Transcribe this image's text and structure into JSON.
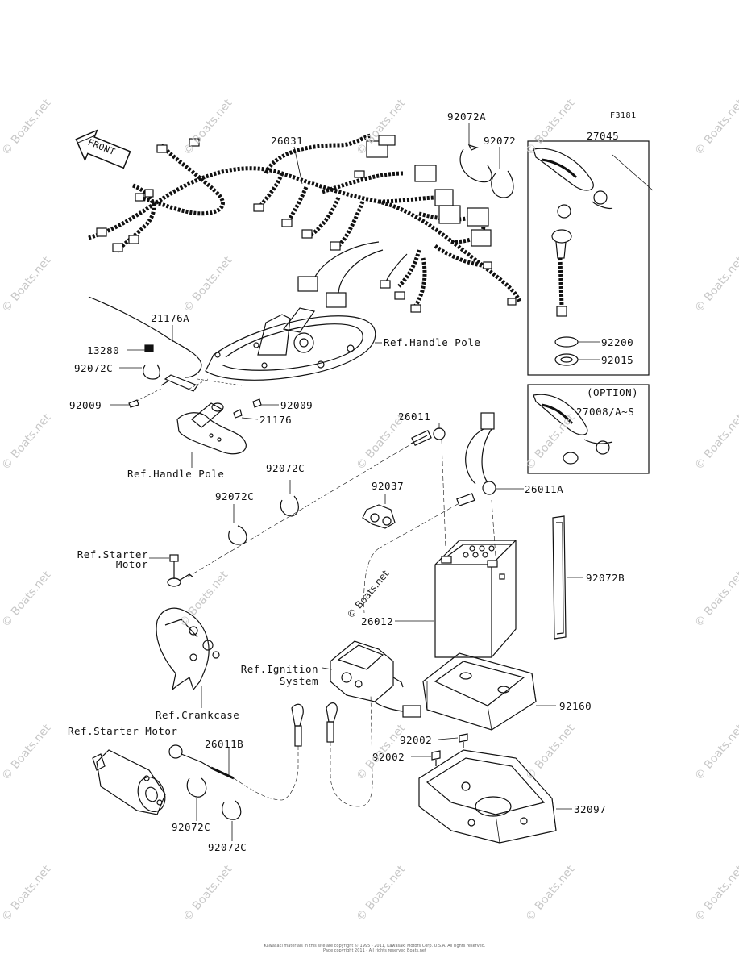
{
  "figure_code": "F3181",
  "front_label": "FRONT",
  "option_label": "(OPTION)",
  "watermark": "© Boats.net",
  "labels": {
    "p26031": "26031",
    "p92072A": "92072A",
    "p92072": "92072",
    "p27045": "27045",
    "p21176A": "21176A",
    "p13280": "13280",
    "p92072C_a": "92072C",
    "p92009_a": "92009",
    "p92009_b": "92009",
    "p21176": "21176",
    "ref_handle_pole_a": "Ref.Handle Pole",
    "ref_handle_pole_b": "Ref.Handle Pole",
    "p92200": "92200",
    "p92015": "92015",
    "p27008": "27008/A~S",
    "p26011": "26011",
    "p26011A": "26011A",
    "p92072C_b": "92072C",
    "p92072C_c": "92072C",
    "p92037": "92037",
    "ref_starter_motor_a1": "Ref.Starter",
    "ref_starter_motor_a2": "Motor",
    "p26012": "26012",
    "p92072B": "92072B",
    "ref_ignition_1": "Ref.Ignition",
    "ref_ignition_2": "System",
    "ref_crankcase": "Ref.Crankcase",
    "p92160": "92160",
    "ref_starter_motor_b": "Ref.Starter Motor",
    "p26011B": "26011B",
    "p92002_a": "92002",
    "p92002_b": "92002",
    "p32097": "32097",
    "p92072C_d": "92072C",
    "p92072C_e": "92072C"
  },
  "footer": {
    "line1": "Kawasaki materials in this site are copyright © 1995 - 2011, Kawasaki Motors Corp. U.S.A. All rights reserved.",
    "line2": "Page copyright 2011 - All rights reserved Boats.net"
  }
}
